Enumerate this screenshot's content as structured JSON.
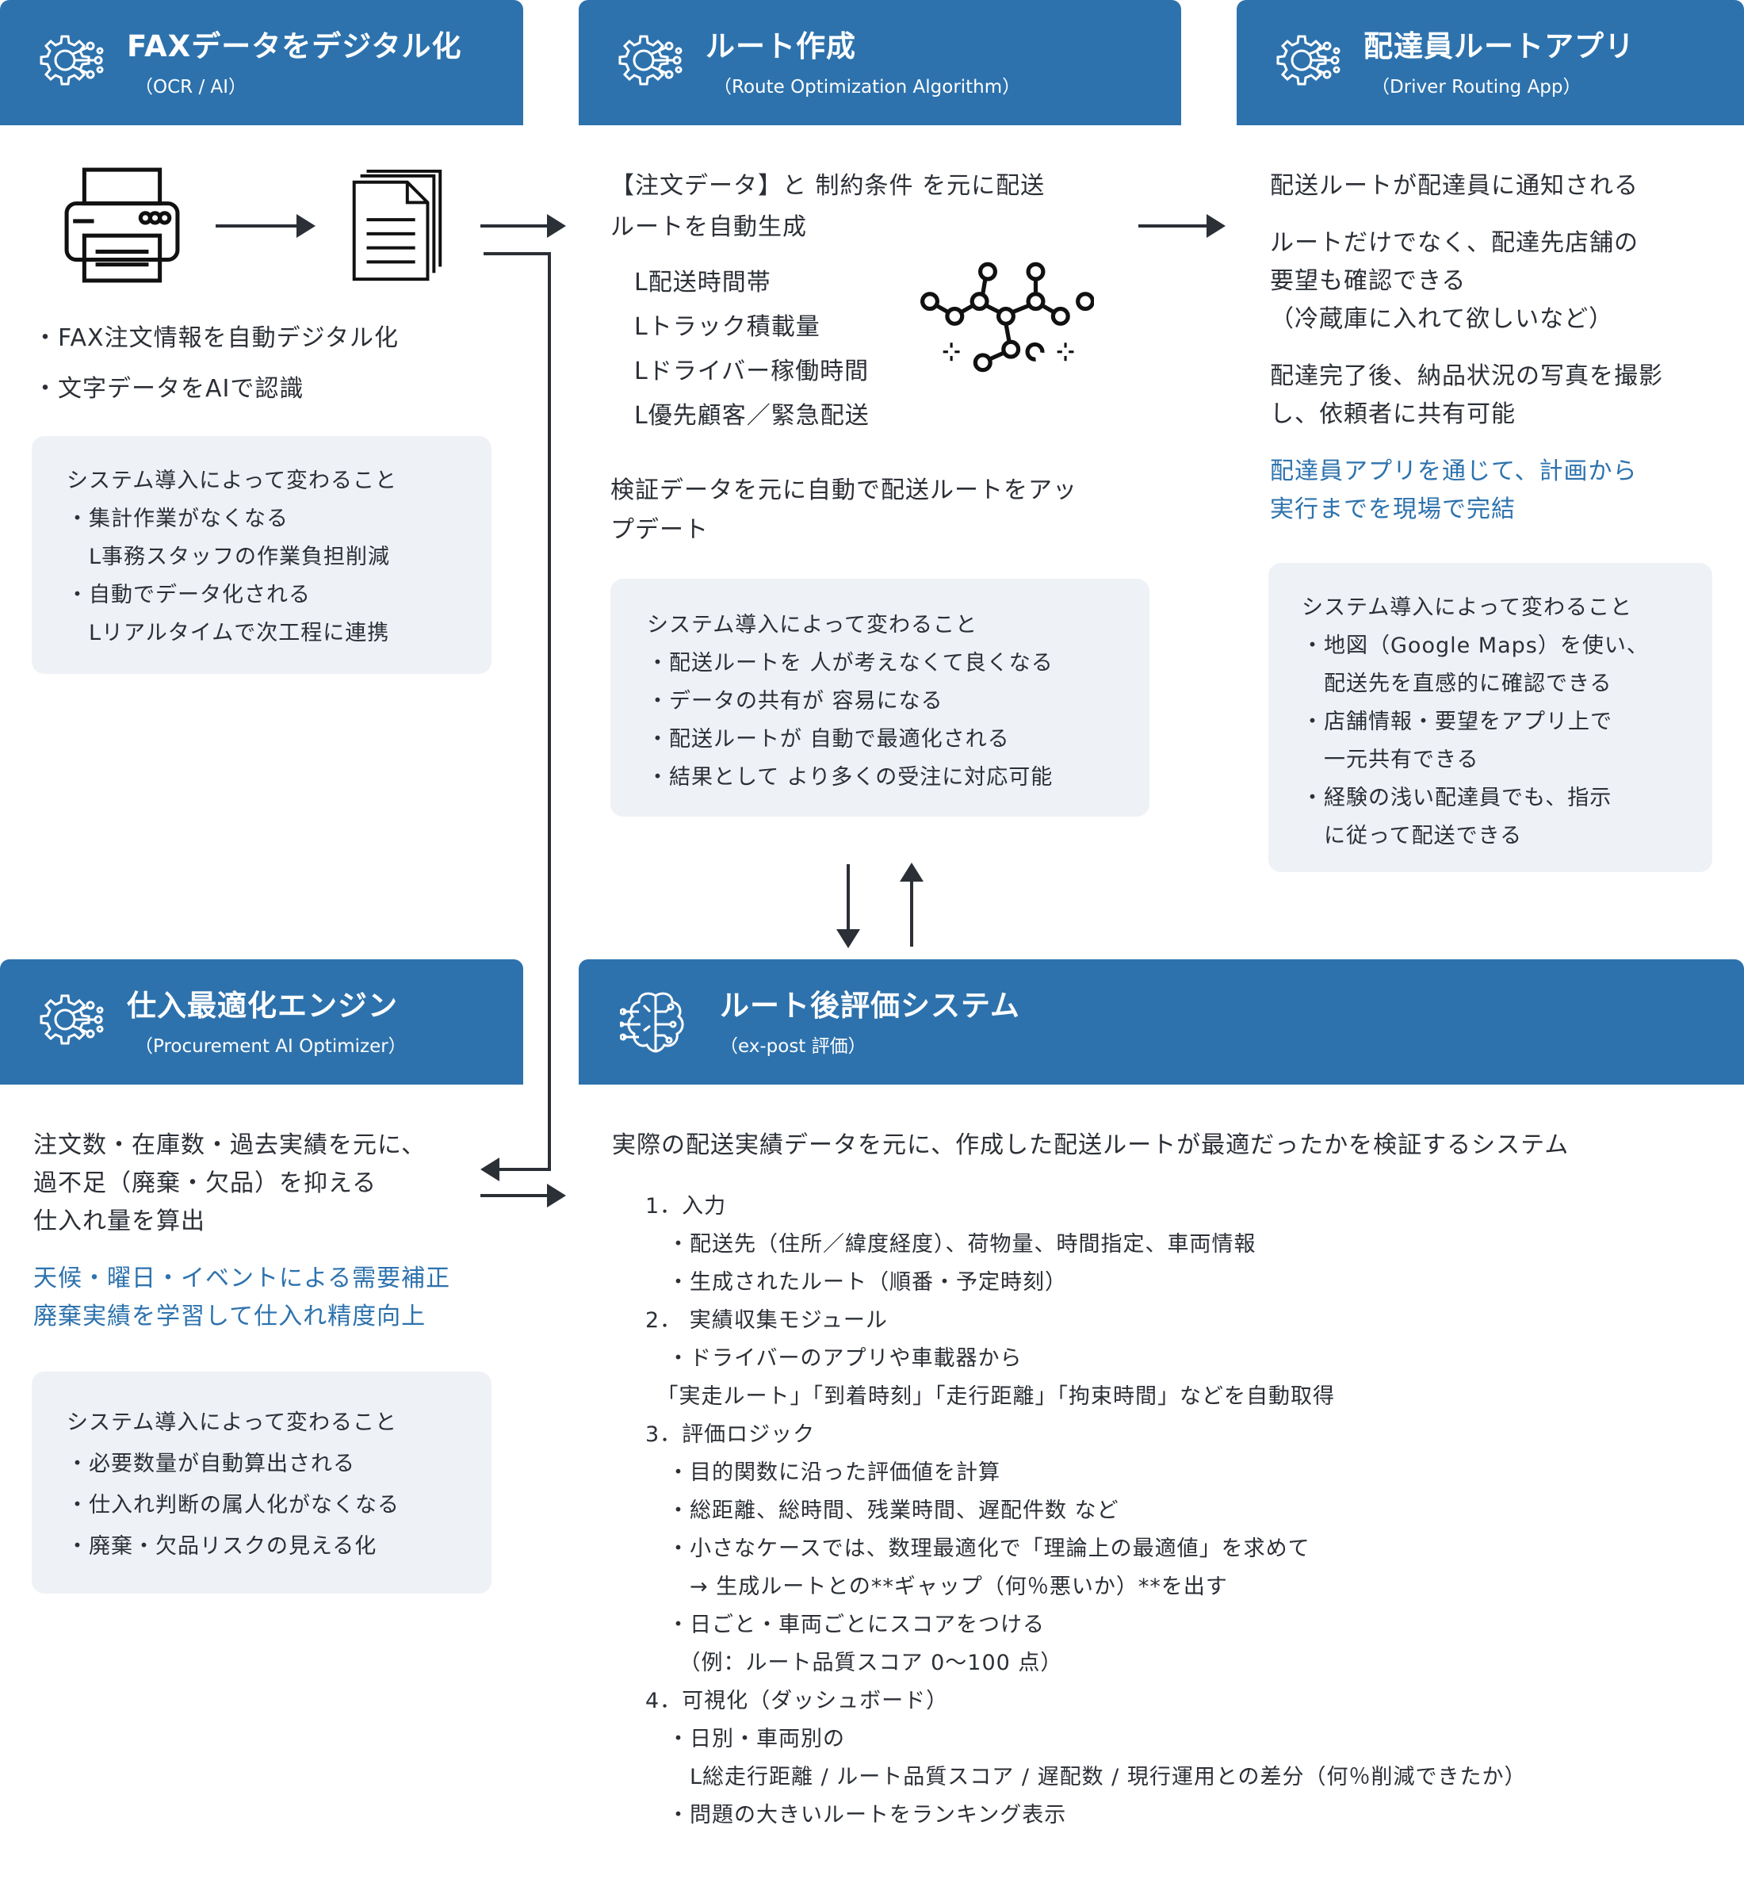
{
  "fax": {
    "title": "FAXデータをデジタル化",
    "subtitle": "（OCR / AI）",
    "bullets": [
      "・FAX注文情報を自動デジタル化",
      "・文字データをAIで認識"
    ],
    "box": [
      "システム導入によって変わること",
      "・集計作業がなくなる",
      "　L事務スタッフの作業負担削減",
      "・自動でデータ化される",
      "　Lリアルタイムで次工程に連携"
    ]
  },
  "route": {
    "title": "ルート作成",
    "subtitle": "（Route Optimization Algorithm）",
    "intro": [
      "【注文データ】と 制約条件 を元に配送",
      "ルートを自動生成"
    ],
    "constraints": [
      "L配送時間帯",
      "Lトラック積載量",
      "Lドライバー稼働時間",
      "L優先顧客／緊急配送"
    ],
    "update": [
      "検証データを元に自動で配送ルートをアッ",
      "プデート"
    ],
    "box": [
      "システム導入によって変わること",
      "・配送ルートを 人が考えなくて良くなる",
      "・データの共有が 容易になる",
      "・配送ルートが 自動で最適化される",
      "・結果として より多くの受注に対応可能"
    ]
  },
  "driver": {
    "title": "配達員ルートアプリ",
    "subtitle": "（Driver Routing App）",
    "p1": "配送ルートが配達員に通知される",
    "p2": [
      "ルートだけでなく、配達先店舗の",
      "要望も確認できる",
      "（冷蔵庫に入れて欲しいなど）"
    ],
    "p3": [
      "配達完了後、納品状況の写真を撮影",
      "し、依頼者に共有可能"
    ],
    "highlight": [
      "配達員アプリを通じて、計画から",
      "実行までを現場で完結"
    ],
    "box": [
      "システム導入によって変わること",
      "・地図（Google Maps）を使い、",
      "　配送先を直感的に確認できる",
      "・店舗情報・要望をアプリ上で",
      "　一元共有できる",
      "・経験の浅い配達員でも、指示",
      "　に従って配送できる"
    ]
  },
  "procure": {
    "title": "仕入最適化エンジン",
    "subtitle": "（Procurement AI Optimizer）",
    "text": [
      "注文数・在庫数・過去実績を元に、",
      "過不足（廃棄・欠品）を抑える",
      "仕入れ量を算出"
    ],
    "highlight": [
      "天候・曜日・イベントによる需要補正",
      "廃棄実績を学習して仕入れ精度向上"
    ],
    "box": [
      "システム導入によって変わること",
      "・必要数量が自動算出される",
      "・仕入れ判断の属人化がなくなる",
      "・廃棄・欠品リスクの見える化"
    ]
  },
  "eval": {
    "title": "ルート後評価システム",
    "subtitle": "（ex-post 評価）",
    "intro": "実際の配送実績データを元に、作成した配送ルートが最適だったかを検証するシステム",
    "list": [
      "1．入力",
      "　・配送先（住所／緯度経度）、荷物量、時間指定、車両情報",
      "　・生成されたルート（順番・予定時刻）",
      "2．  実績収集モジュール",
      "　・ドライバーのアプリや車載器から",
      "　「実走ルート」「到着時刻」「走行距離」「拘束時間」などを自動取得",
      "3．評価ロジック",
      "　・目的関数に沿った評価値を計算",
      "　・総距離、総時間、残業時間、遅配件数 など",
      "　・小さなケースでは、数理最適化で「理論上の最適値」を求めて",
      "　　→ 生成ルートとの**ギャップ（何％悪いか）**を出す",
      "　・日ごと・車両ごとにスコアをつける",
      "　　（例：ルート品質スコア 0〜100 点）",
      "4．可視化（ダッシュボード）",
      "　・日別・車両別の",
      "　　L総走行距離 / ルート品質スコア / 遅配数 / 現行運用との差分（何％削減できたか）",
      "　・問題の大きいルートをランキング表示"
    ]
  }
}
